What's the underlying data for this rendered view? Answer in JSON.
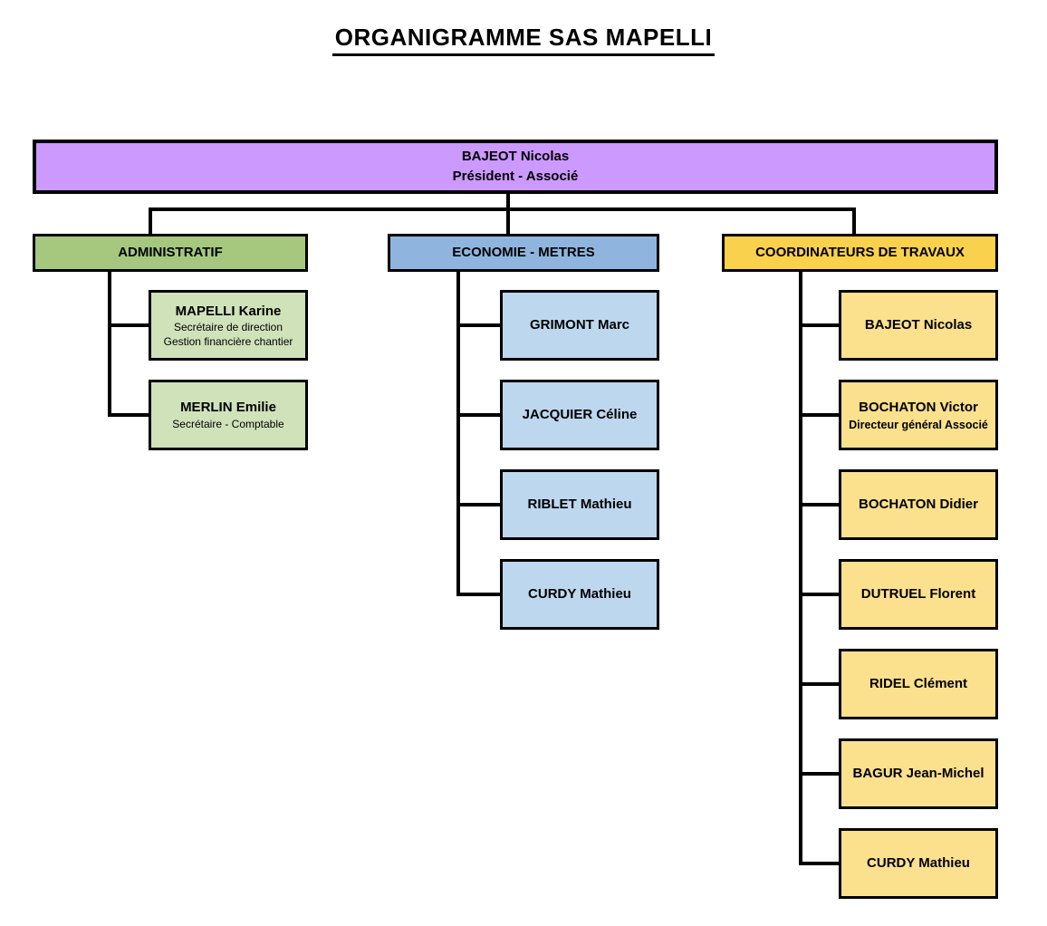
{
  "title": "ORGANIGRAMME SAS MAPELLI",
  "colors": {
    "root_fill": "#CC99FF",
    "admin_header_fill": "#A6C87E",
    "admin_member_fill": "#CFE2BA",
    "econ_header_fill": "#8FB5DF",
    "econ_member_fill": "#BDD7EE",
    "coord_header_fill": "#F9D14C",
    "coord_member_fill": "#FBE08D",
    "border": "#000000"
  },
  "root": {
    "name": "BAJEOT Nicolas",
    "role": "Président - Associé"
  },
  "columns": [
    {
      "header": "ADMINISTRATIF",
      "header_fill": "#A6C87E",
      "member_fill": "#CFE2BA",
      "members": [
        {
          "name": "MAPELLI Karine",
          "roles": [
            "Secrétaire de direction",
            "Gestion financière chantier"
          ]
        },
        {
          "name": "MERLIN Emilie",
          "roles": [
            "Secrétaire - Comptable"
          ]
        }
      ]
    },
    {
      "header": "ECONOMIE - METRES",
      "header_fill": "#8FB5DF",
      "member_fill": "#BDD7EE",
      "members": [
        {
          "name": "GRIMONT Marc",
          "roles": []
        },
        {
          "name": "JACQUIER Céline",
          "roles": []
        },
        {
          "name": "RIBLET Mathieu",
          "roles": []
        },
        {
          "name": "CURDY Mathieu",
          "roles": []
        }
      ]
    },
    {
      "header": "COORDINATEURS DE TRAVAUX",
      "header_fill": "#F9D14C",
      "member_fill": "#FBE08D",
      "members": [
        {
          "name": "BAJEOT Nicolas",
          "roles": []
        },
        {
          "name": "BOCHATON Victor",
          "roles": [
            "Directeur général Associé"
          ]
        },
        {
          "name": "BOCHATON Didier",
          "roles": []
        },
        {
          "name": "DUTRUEL Florent",
          "roles": []
        },
        {
          "name": "RIDEL Clément",
          "roles": []
        },
        {
          "name": "BAGUR Jean-Michel",
          "roles": []
        },
        {
          "name": "CURDY Mathieu",
          "roles": []
        }
      ]
    }
  ]
}
